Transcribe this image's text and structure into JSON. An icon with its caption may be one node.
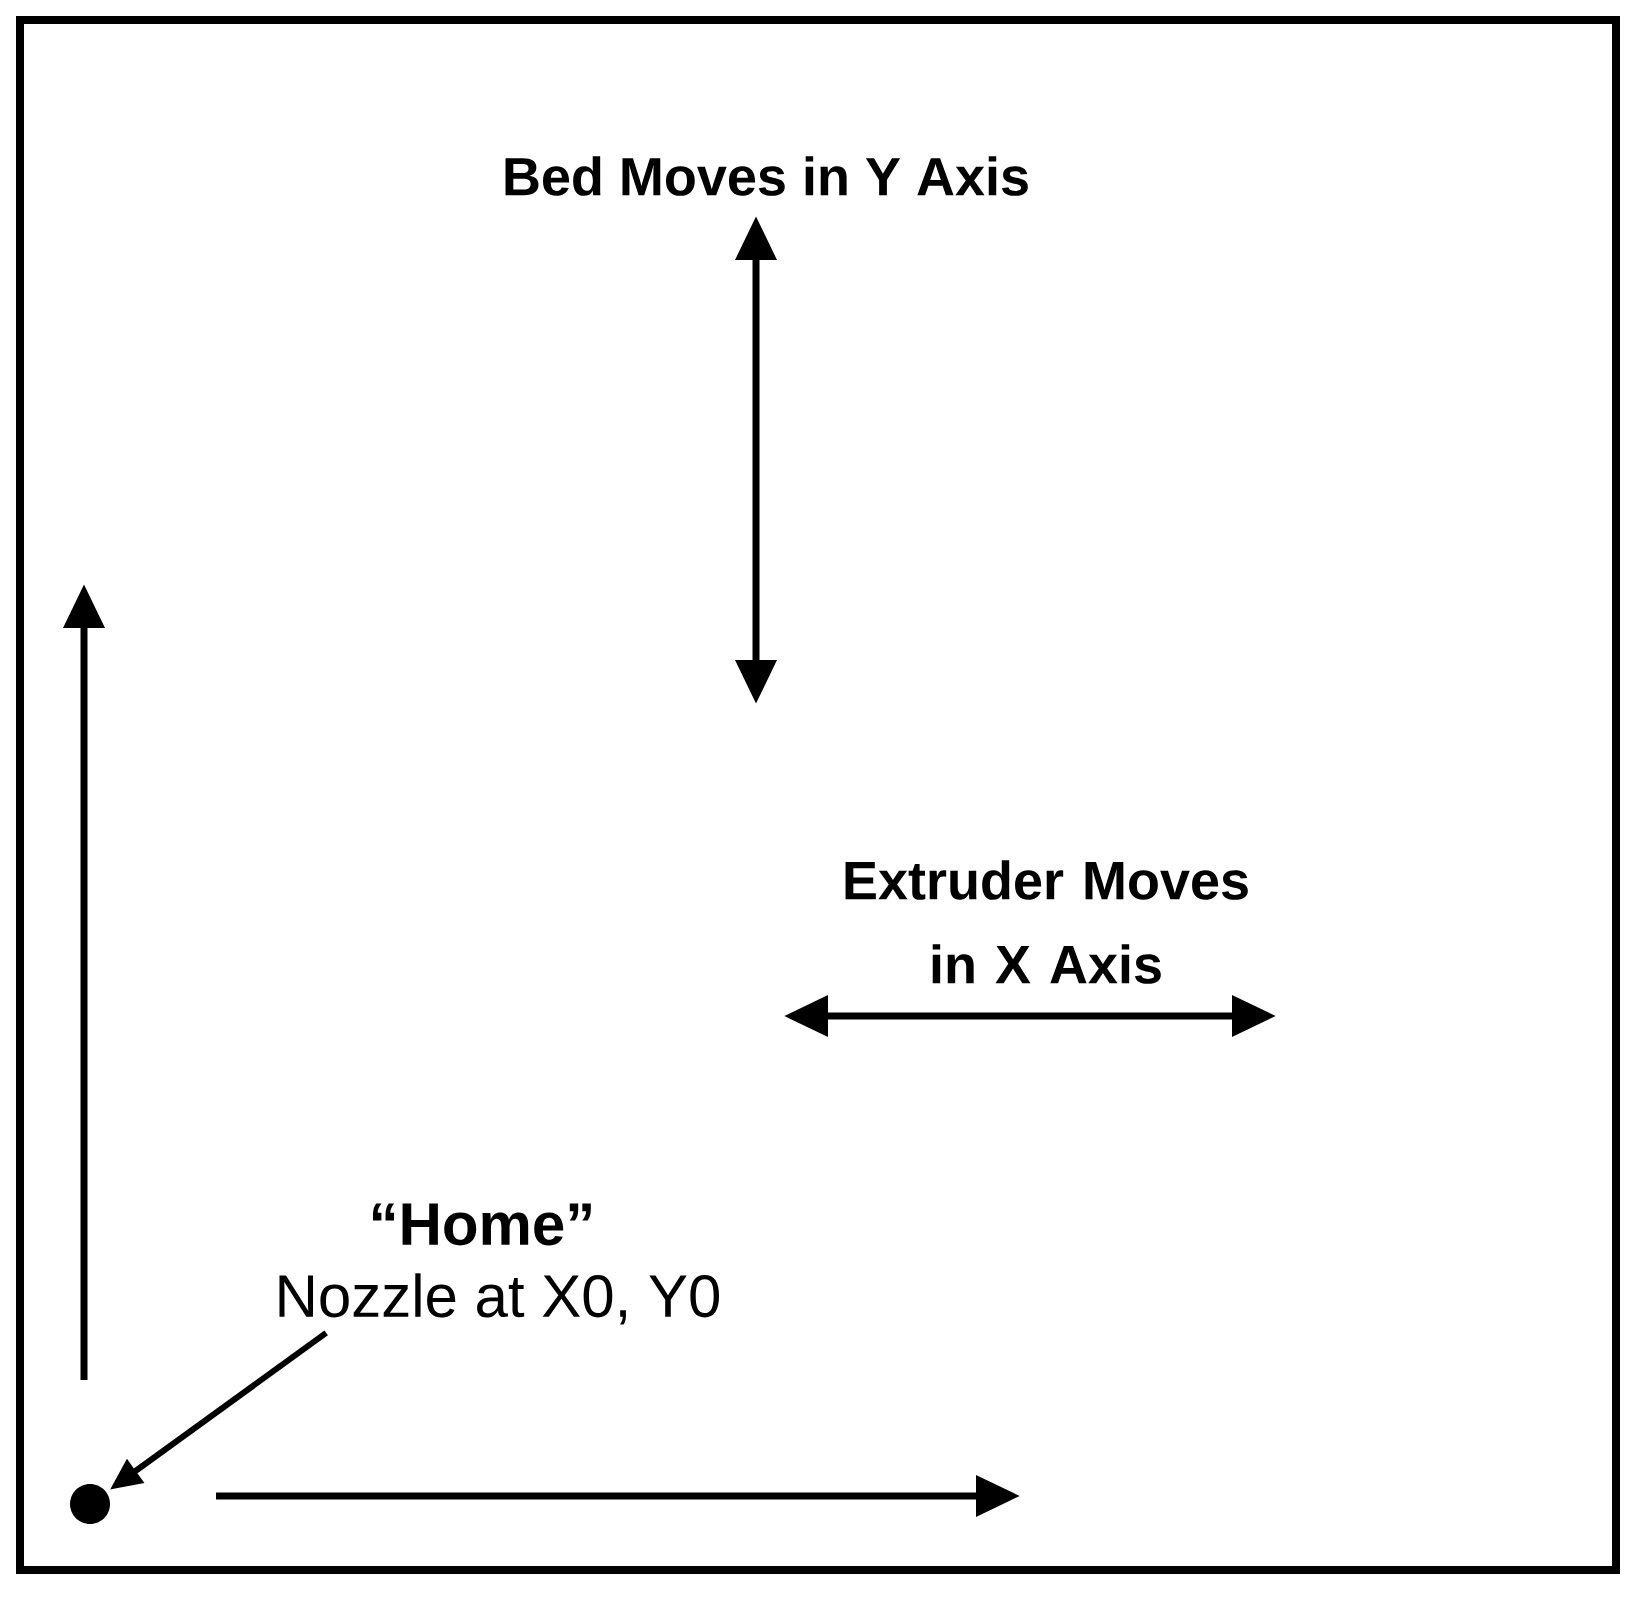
{
  "diagram": {
    "nodes": [
      {
        "text": [
          "“Home”",
          "Nozzle at X0, Y0"
        ]
      },
      {
        "text": [],
        "shape": "circle"
      }
    ],
    "edges": [
      {
        "from": 0,
        "to": 1,
        "arrow": "to"
      }
    ],
    "labels": [
      "Bed Moves in Y Axis",
      "Extruder Moves in X Axis"
    ]
  }
}
